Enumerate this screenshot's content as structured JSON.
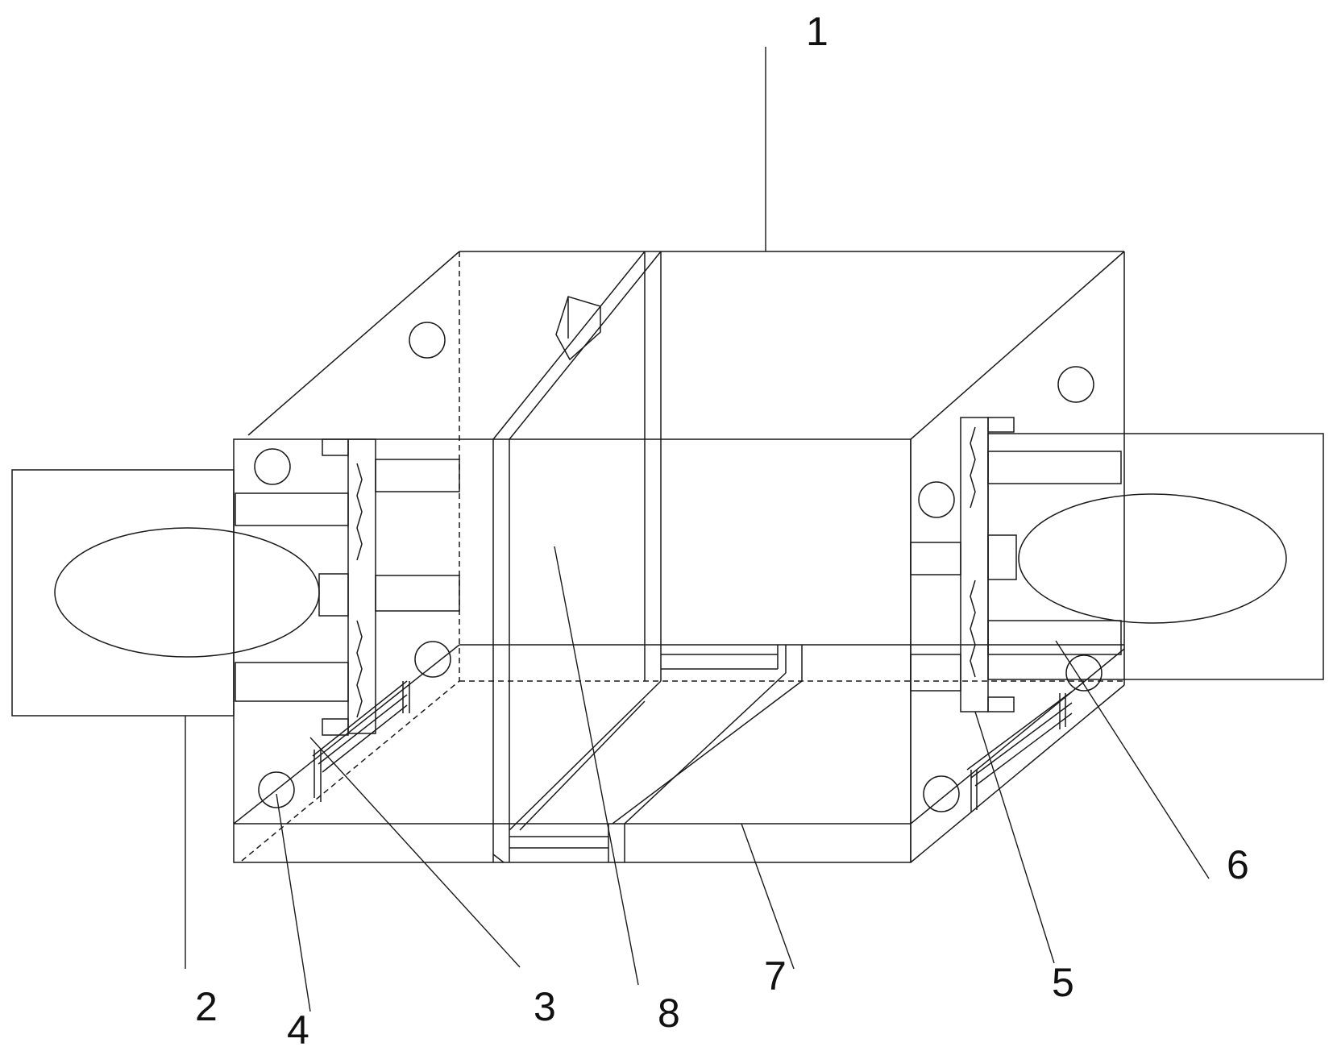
{
  "callouts": [
    "1",
    "2",
    "3",
    "4",
    "5",
    "6",
    "7",
    "8"
  ],
  "line_color": "#1a1a1a"
}
